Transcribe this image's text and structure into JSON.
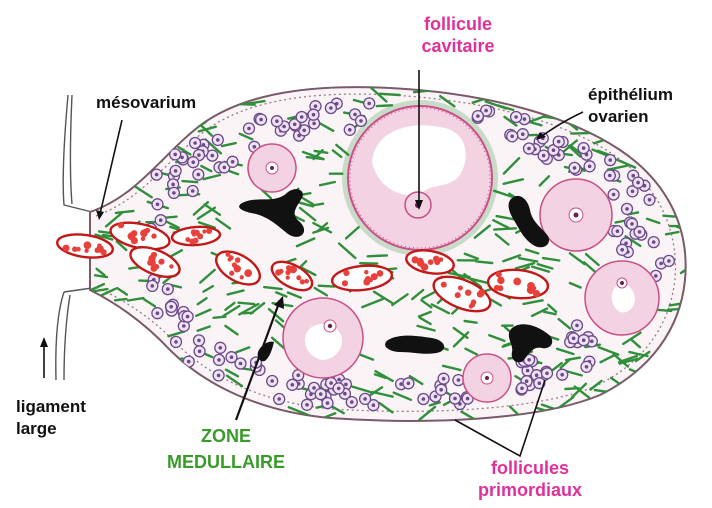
{
  "labels": {
    "follicule_cavitaire": [
      "follicule",
      "cavitaire"
    ],
    "mesovarium": "mésovarium",
    "epithelium_ovarien": [
      "épithélium",
      "ovarien"
    ],
    "ligament_large": [
      "ligament",
      "large"
    ],
    "zone_medullaire": [
      "ZONE",
      "MEDULLAIRE"
    ],
    "follicules_primordiaux": [
      "follicules",
      "primordiaux"
    ]
  },
  "colors": {
    "stroma": "#2f8f3a",
    "cortex_fill": "#fbf4f7",
    "follicle": "#c94f86",
    "follicle_fill": "#f3d2e2",
    "primordial": "#6b4a8a",
    "vessel_border": "#c21818",
    "vessel_fill": "#e8413c",
    "corpus": "#111111",
    "pink_label": "#e0309a",
    "green_label": "#3a9a2a",
    "black_label": "#111111"
  }
}
